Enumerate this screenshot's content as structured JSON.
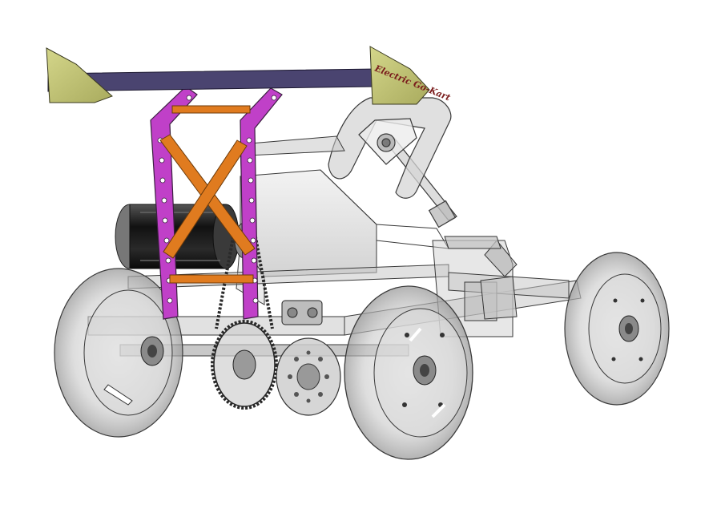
{
  "scene": {
    "subject": "electric go-kart CAD model",
    "view": "isometric rear three-quarter",
    "render_style": "transparent grey shaded with black edges"
  },
  "wing": {
    "plate_text": "Electric Go-Kart"
  },
  "colors": {
    "background": "#ffffff",
    "wing_blade": "#4a4470",
    "wing_endplate": "#c2c47a",
    "plate_text": "#7a1c1c",
    "roll_frame": "#c040c8",
    "cross_bars": "#e07b1f",
    "motor": "#1c1c1c",
    "ghost_body": "#b8b8b8",
    "ghost_fill": "#dcdcdc",
    "edges": "#3a3a3a",
    "chain": "#2a2a2a"
  },
  "icons": [
    "steering-wheel-icon",
    "wheel-icon",
    "disc-brake-icon",
    "sprocket-icon",
    "motor-icon"
  ]
}
